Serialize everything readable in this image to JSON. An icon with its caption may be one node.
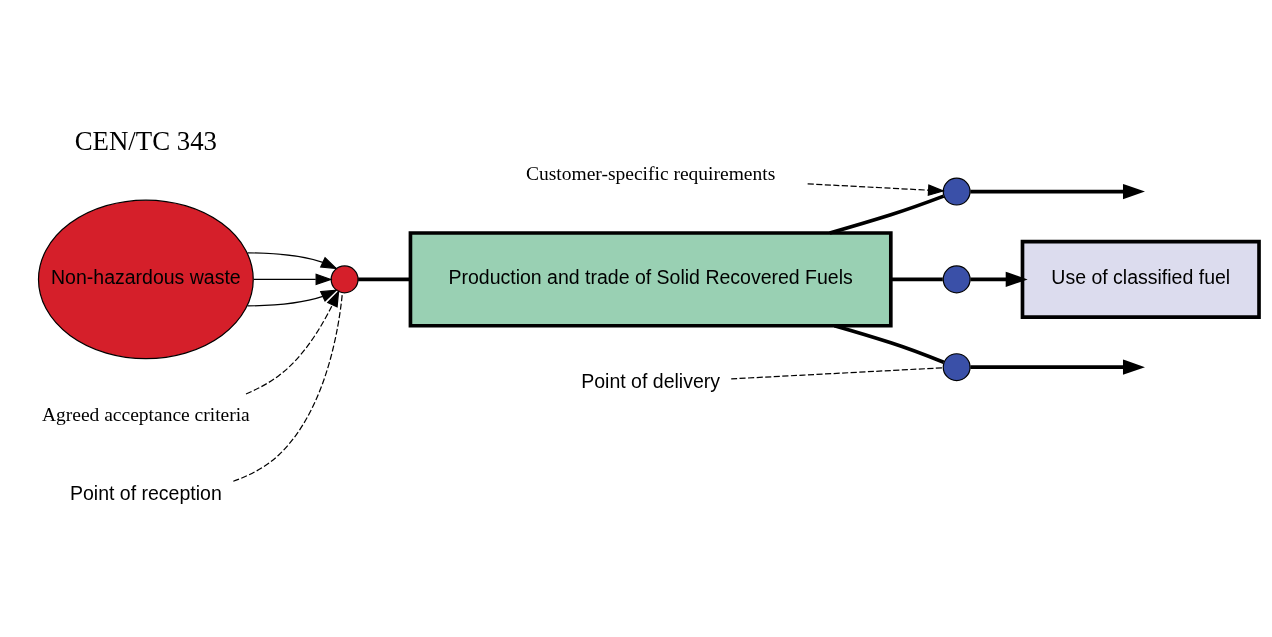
{
  "diagram": {
    "nodes": [
      {
        "text": [
          "Non-hazardous waste"
        ]
      },
      {
        "text": [],
        "shape": "circle"
      },
      {
        "text": [
          "Production and trade of Solid Recovered Fuels"
        ]
      },
      {
        "text": [],
        "shape": "circle"
      },
      {
        "text": [],
        "shape": "circle"
      },
      {
        "text": [],
        "shape": "circle"
      },
      {
        "text": [
          "Use of classified fuel"
        ]
      },
      {
        "text": [
          "Agreed acceptance criteria"
        ]
      },
      {
        "text": [
          "Customer-specific requirements"
        ]
      },
      {
        "text": [
          "Point of reception"
        ]
      },
      {
        "text": [
          "Point of delivery"
        ]
      }
    ],
    "edges": [
      {
        "from": 0,
        "to": 1,
        "arrow": "to"
      },
      {
        "from": 0,
        "to": 1,
        "arrow": "to"
      },
      {
        "from": 0,
        "to": 1,
        "arrow": "to"
      },
      {
        "from": 1,
        "to": 2,
        "arrow": "none",
        "style": "thick"
      },
      {
        "from": 2,
        "to": 3,
        "arrow": "none",
        "style": "thick"
      },
      {
        "from": 3,
        "to": null,
        "arrow": "to",
        "style": "thick"
      },
      {
        "from": 2,
        "to": 4,
        "arrow": "none",
        "style": "thick"
      },
      {
        "from": 4,
        "to": 6,
        "arrow": "to",
        "style": "thick"
      },
      {
        "from": 2,
        "to": 5,
        "arrow": "none",
        "style": "thick"
      },
      {
        "from": 5,
        "to": null,
        "arrow": "to",
        "style": "thick"
      },
      {
        "from": 7,
        "to": 1,
        "arrow": "to",
        "style": "dashed"
      },
      {
        "from": 8,
        "to": 3,
        "arrow": "to",
        "style": "dashed"
      },
      {
        "from": 9,
        "to": 1,
        "arrow": "none",
        "style": "dashed"
      },
      {
        "from": 10,
        "to": 5,
        "arrow": "none",
        "style": "dashed"
      }
    ],
    "labels": [
      "CEN/TC 343"
    ]
  }
}
